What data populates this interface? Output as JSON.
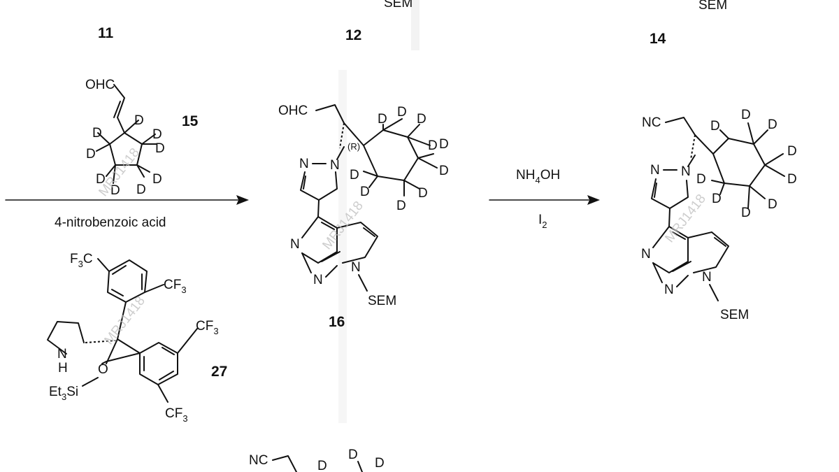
{
  "compounds": {
    "c11": "11",
    "c12": "12",
    "c14_top": "14",
    "c15": "15",
    "c16": "16",
    "c27": "27"
  },
  "reagents": {
    "step1": "4-nitrobenzoic acid",
    "step2_base": "NH",
    "step2_sub": "4",
    "step2_tail": "OH",
    "step2_second": "I",
    "step2_second_sub": "2"
  },
  "atoms": {
    "sem": "SEM",
    "ohc": "OHC",
    "nc": "NC",
    "n": "N",
    "nh": "N",
    "h": "H",
    "d": "D",
    "o": "O",
    "r": "(R)",
    "f": "F",
    "c": "C",
    "three": "3",
    "et": "Et",
    "si": "Si"
  },
  "watermark": "MRJ1418",
  "colors": {
    "ink": "#111111",
    "watermark": "#bdbdbd",
    "divider": "#f3f3f3"
  }
}
